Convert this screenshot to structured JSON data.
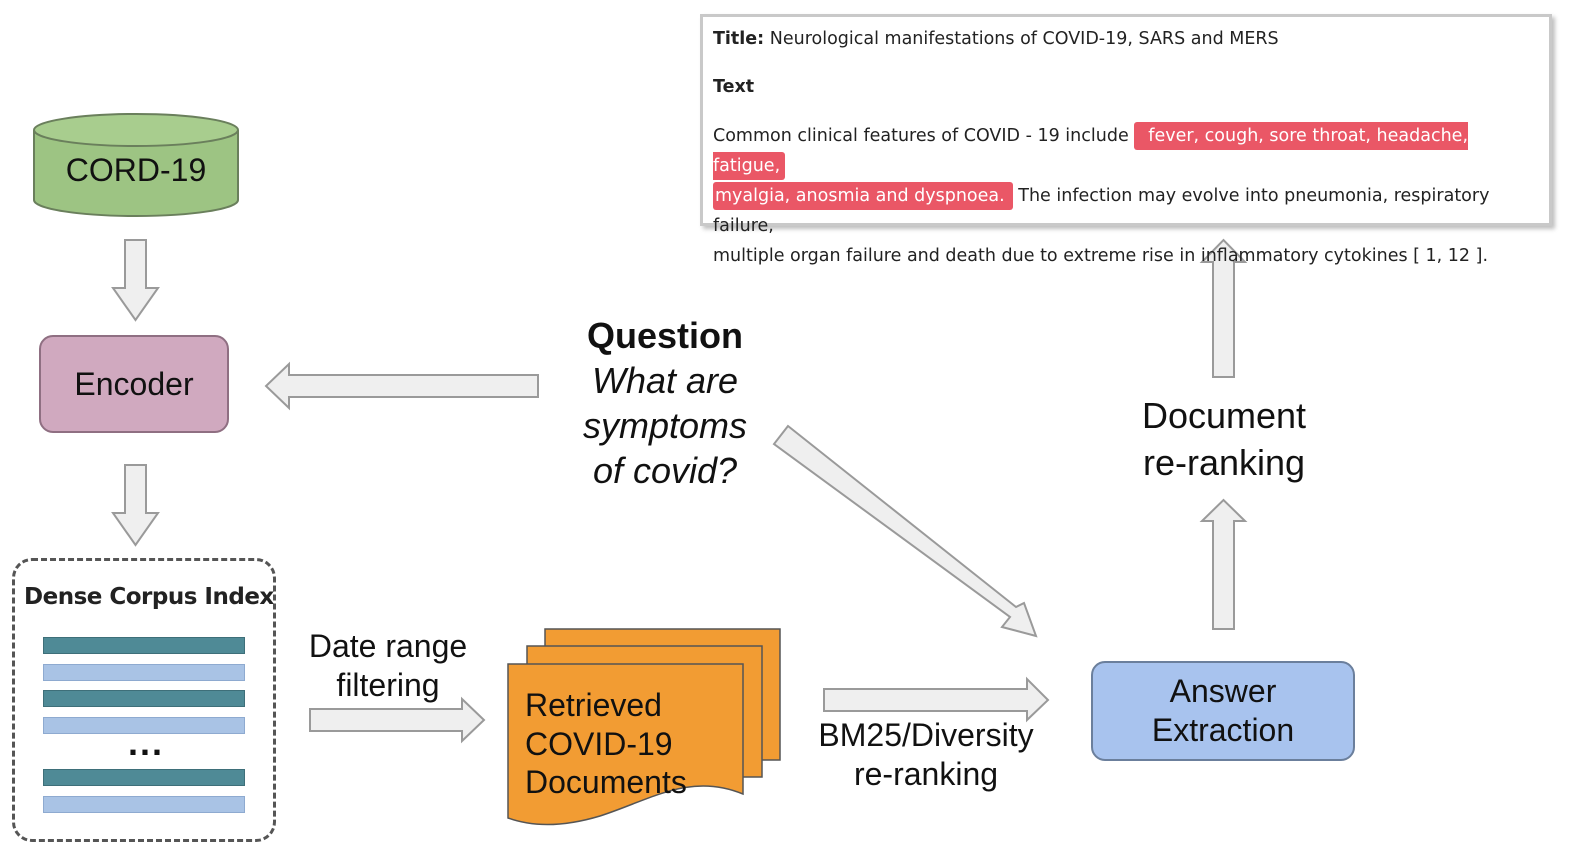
{
  "nodes": {
    "cord19": "CORD-19",
    "encoder": "Encoder",
    "dense_index": "Dense Corpus Index",
    "index_ellipsis": "...",
    "retrieved_docs": [
      "Retrieved",
      "COVID-19",
      "Documents"
    ],
    "answer_extraction": [
      "Answer",
      "Extraction"
    ]
  },
  "edge_labels": {
    "date_filter": [
      "Date range",
      "filtering"
    ],
    "bm25": [
      "BM25/Diversity",
      "re-ranking"
    ],
    "doc_rerank": [
      "Document",
      "re-ranking"
    ]
  },
  "question": {
    "heading": "Question",
    "text": [
      "What are",
      "symptoms",
      "of covid?"
    ]
  },
  "result_card": {
    "title_label": "Title:",
    "title": "Neurological manifestations of COVID-19, SARS and MERS",
    "text_heading": "Text",
    "lead": "Common clinical features of COVID - 19 include",
    "highlight_1": "fever, cough, sore throat, headache, fatigue,",
    "highlight_2": "myalgia, anosmia and dyspnoea.",
    "rest_1": "The infection may evolve into pneumonia, respiratory failure,",
    "rest_2": "multiple organ failure and death due to extreme rise in inflammatory cytokines [ 1, 12 ]."
  },
  "colors": {
    "cord19_fill": "#9dc483",
    "encoder_fill": "#d0a9bf",
    "answer_fill": "#a8c3ee",
    "docs_fill": "#f29c33",
    "highlight": "#ea5766",
    "index_bar_dark": "#4f8a96",
    "index_bar_light": "#a9c3e5",
    "arrow_fill": "#efefef",
    "arrow_stroke": "#9a9a9a"
  }
}
